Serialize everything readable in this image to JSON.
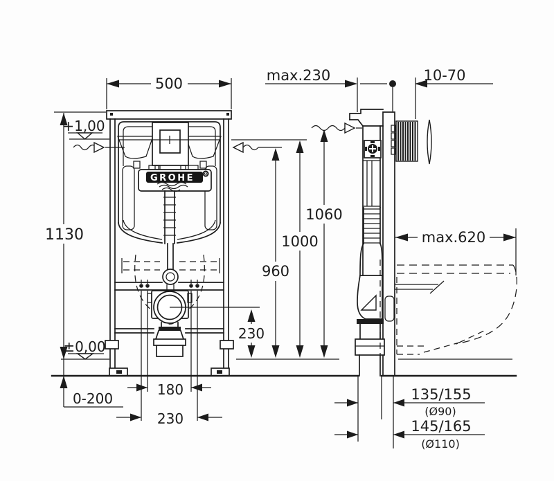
{
  "colors": {
    "ink": "#1c1c1c",
    "background": "#fdfdfd",
    "brand_plate": "#161616"
  },
  "brand": {
    "name": "GROHE",
    "registered": "®"
  },
  "dimensions": {
    "width": "500",
    "height_total": "1130",
    "level_top": "+1,00",
    "level_zero": "±0,00",
    "leg_range": "0-200",
    "spacing_180": "180",
    "spacing_230": "230",
    "outlet_height_230": "230",
    "h_960": "960",
    "h_1000": "1000",
    "h_1060": "1060",
    "depth_max": "max.230",
    "plate_depth": "10-70",
    "bowl_depth": "max.620",
    "drain_a": "135/155",
    "drain_a_dia": "(Ø90)",
    "drain_b": "145/165",
    "drain_b_dia": "(Ø110)"
  }
}
